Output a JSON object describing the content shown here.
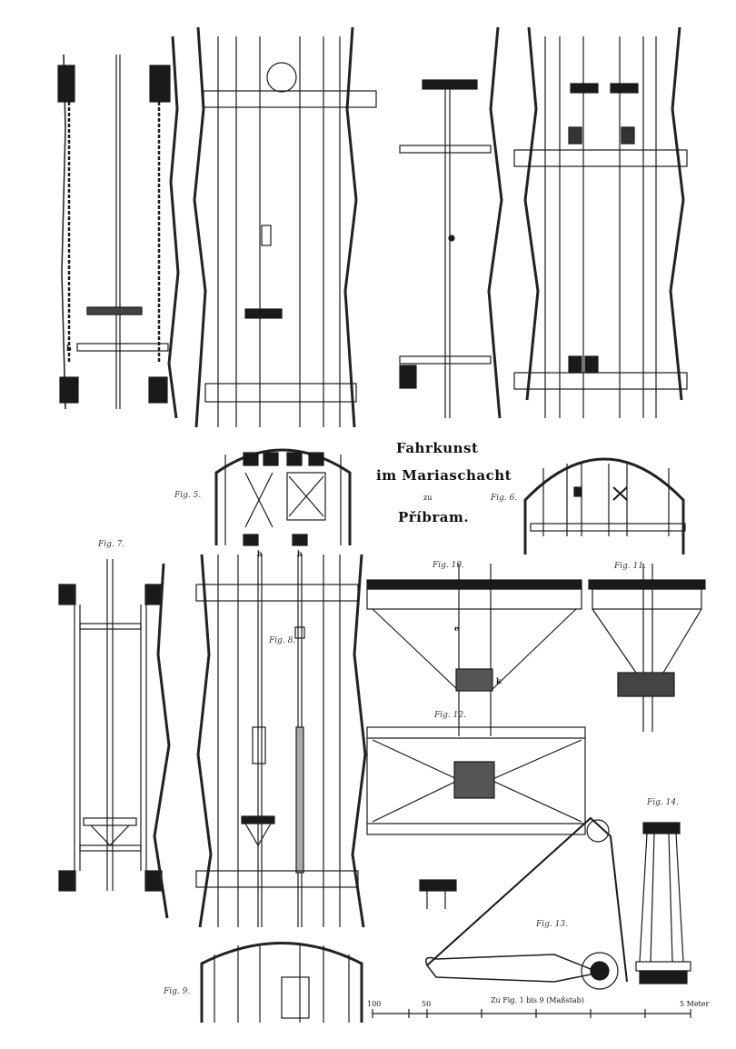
{
  "title": {
    "line1": "Fahrkunst",
    "line2": "im Mariaschacht",
    "line3": "zu",
    "line4": "Příbram."
  },
  "figure_labels": {
    "fig5": "Fig. 5.",
    "fig6": "Fig. 6.",
    "fig7": "Fig. 7.",
    "fig8": "Fig. 8.",
    "fig9": "Fig. 9.",
    "fig10": "Fig. 10.",
    "fig11": "Fig. 11.",
    "fig12": "Fig. 12.",
    "fig13": "Fig. 13.",
    "fig14": "Fig. 14."
  },
  "part_letters": {
    "b": "b",
    "e": "e",
    "k": "k"
  },
  "scale": {
    "label": "Zu Fig. 1 bis 9 (Maßstab)",
    "left_mark": "100",
    "mid_mark": "50",
    "right_mark": "5 Meter"
  },
  "colors": {
    "ink": "#1a1a1a",
    "rock": "#222222",
    "paper": "#ffffff"
  }
}
